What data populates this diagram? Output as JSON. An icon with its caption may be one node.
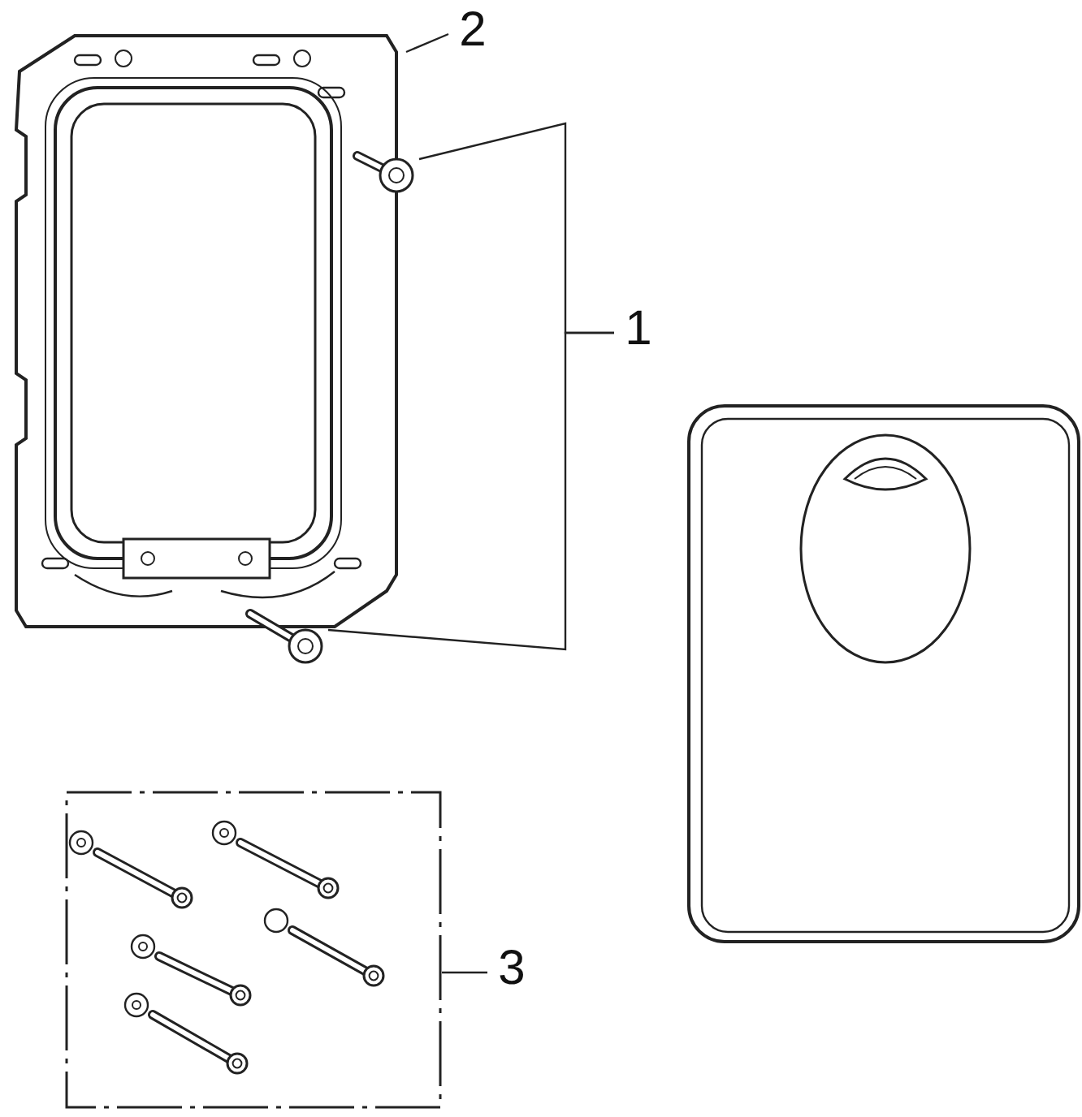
{
  "diagram": {
    "nodes": [
      {
        "text": [
          "2"
        ]
      },
      {
        "text": [
          "1"
        ]
      },
      {
        "text": [
          "3"
        ]
      },
      {
        "text": [],
        "shape": "picture"
      },
      {
        "text": [],
        "shape": "picture"
      },
      {
        "text": [],
        "shape": "picture"
      },
      {
        "text": [],
        "shape": "box"
      }
    ],
    "edges": [
      {
        "from": 0,
        "to": 3,
        "arrow": "none"
      },
      {
        "from": 1,
        "to": 4,
        "arrow": "none"
      },
      {
        "from": 1,
        "to": 5,
        "arrow": "none"
      },
      {
        "from": 2,
        "to": 6,
        "arrow": "none"
      }
    ]
  }
}
